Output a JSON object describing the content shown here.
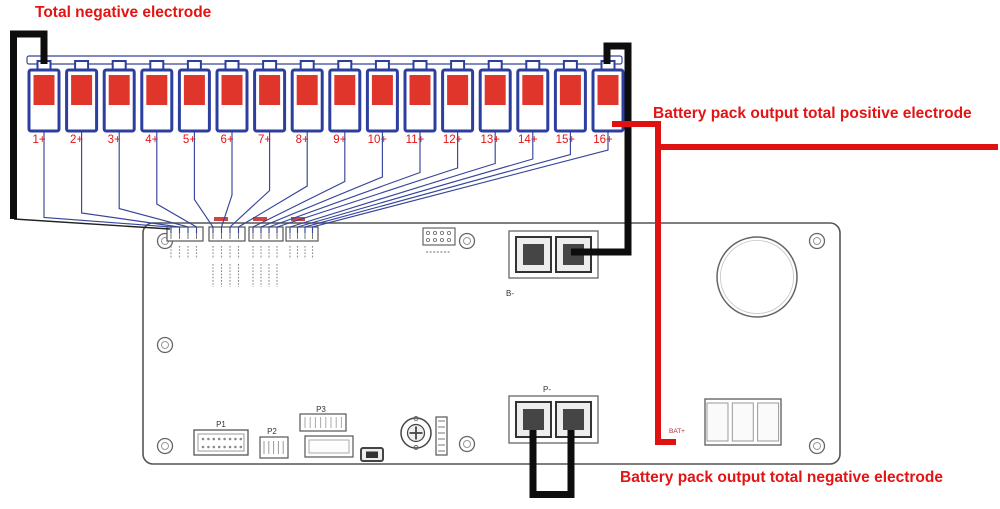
{
  "labels": {
    "total_negative": "Total negative electrode",
    "output_positive": "Battery pack output total positive electrode",
    "output_negative": "Battery pack output total negative electrode"
  },
  "batteries": {
    "count": 16,
    "labels": [
      "1+",
      "2+",
      "3+",
      "4+",
      "5+",
      "6+",
      "7+",
      "8+",
      "9+",
      "10+",
      "11+",
      "12+",
      "13+",
      "14+",
      "15+",
      "16+"
    ]
  },
  "board": {
    "silkscreen": {
      "p1": "P1",
      "p2": "P2",
      "p3": "P3",
      "b_minus": "B-",
      "p_minus": "P-",
      "bat_plus": "BAT+"
    }
  },
  "colors": {
    "label_red": "#e31414",
    "battery_red": "#e0352b",
    "battery_blue": "#2c3f9e",
    "sense_wire": "#36459a",
    "wire_negative": "#0d0d0d",
    "wire_positive": "#e01111",
    "board_outline": "#555555",
    "component_outline": "#666666"
  }
}
